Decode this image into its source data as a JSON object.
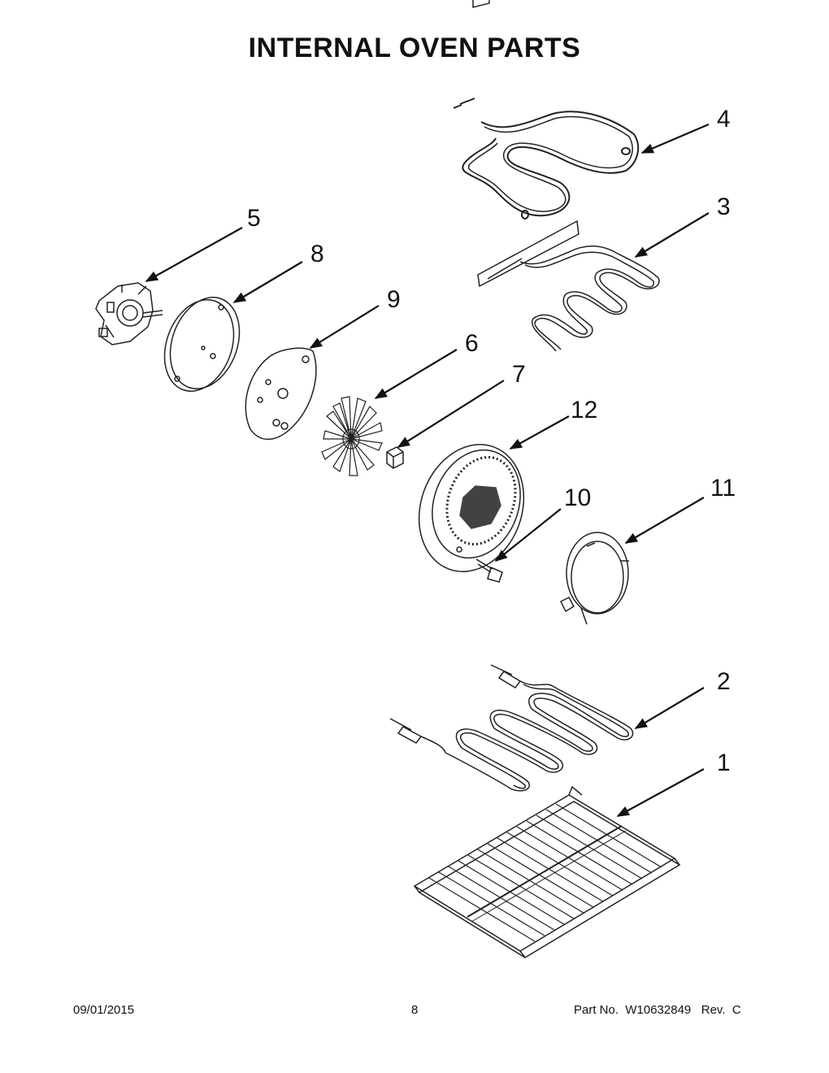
{
  "title": "INTERNAL OVEN PARTS",
  "callouts": {
    "c1": "1",
    "c2": "2",
    "c3": "3",
    "c4": "4",
    "c5": "5",
    "c6": "6",
    "c7": "7",
    "c8": "8",
    "c9": "9",
    "c10": "10",
    "c11": "11",
    "c12": "12"
  },
  "footer": {
    "date": "09/01/2015",
    "page": "8",
    "part_no": "Part No.  W10632849   Rev.  C"
  }
}
